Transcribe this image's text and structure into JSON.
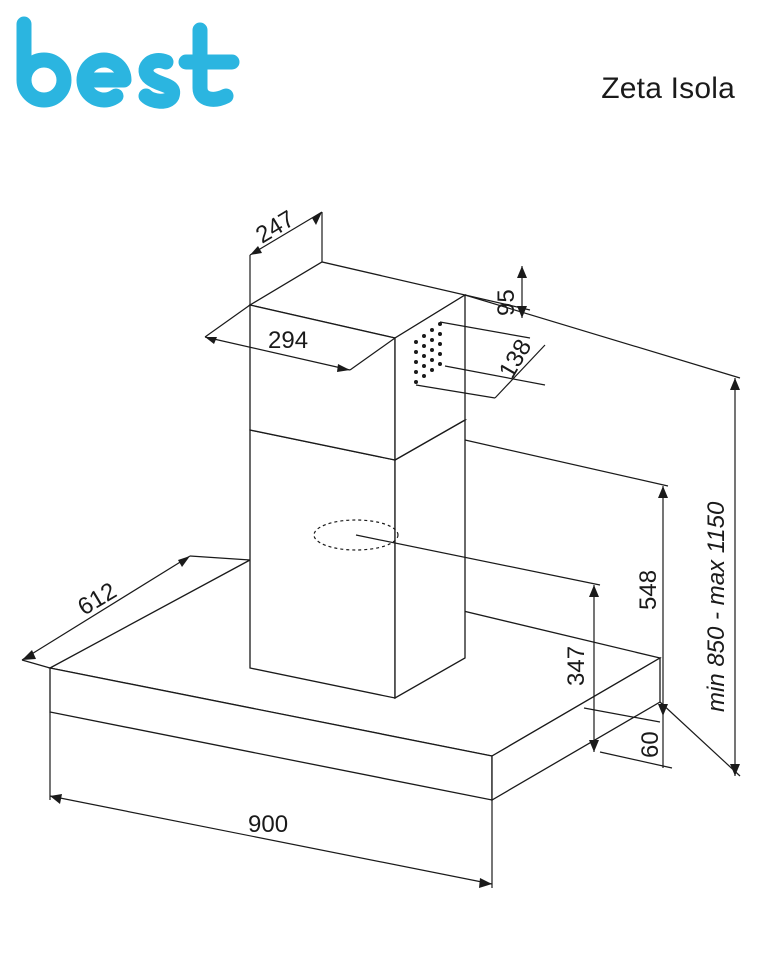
{
  "brand": {
    "logo_text": "best",
    "logo_color": "#2bb5e0"
  },
  "model": {
    "name": "Zeta Isola"
  },
  "dimensions": {
    "chimney_depth": "247",
    "chimney_width": "294",
    "vent_height": "95",
    "vent_width": "138",
    "hood_depth": "612",
    "hood_width": "900",
    "chimney_lower_height": "548",
    "outlet_height": "347",
    "canopy_thickness": "60",
    "total_height_range": "min 850 - max 1150"
  },
  "colors": {
    "line": "#1a1a1a",
    "background": "#ffffff"
  }
}
